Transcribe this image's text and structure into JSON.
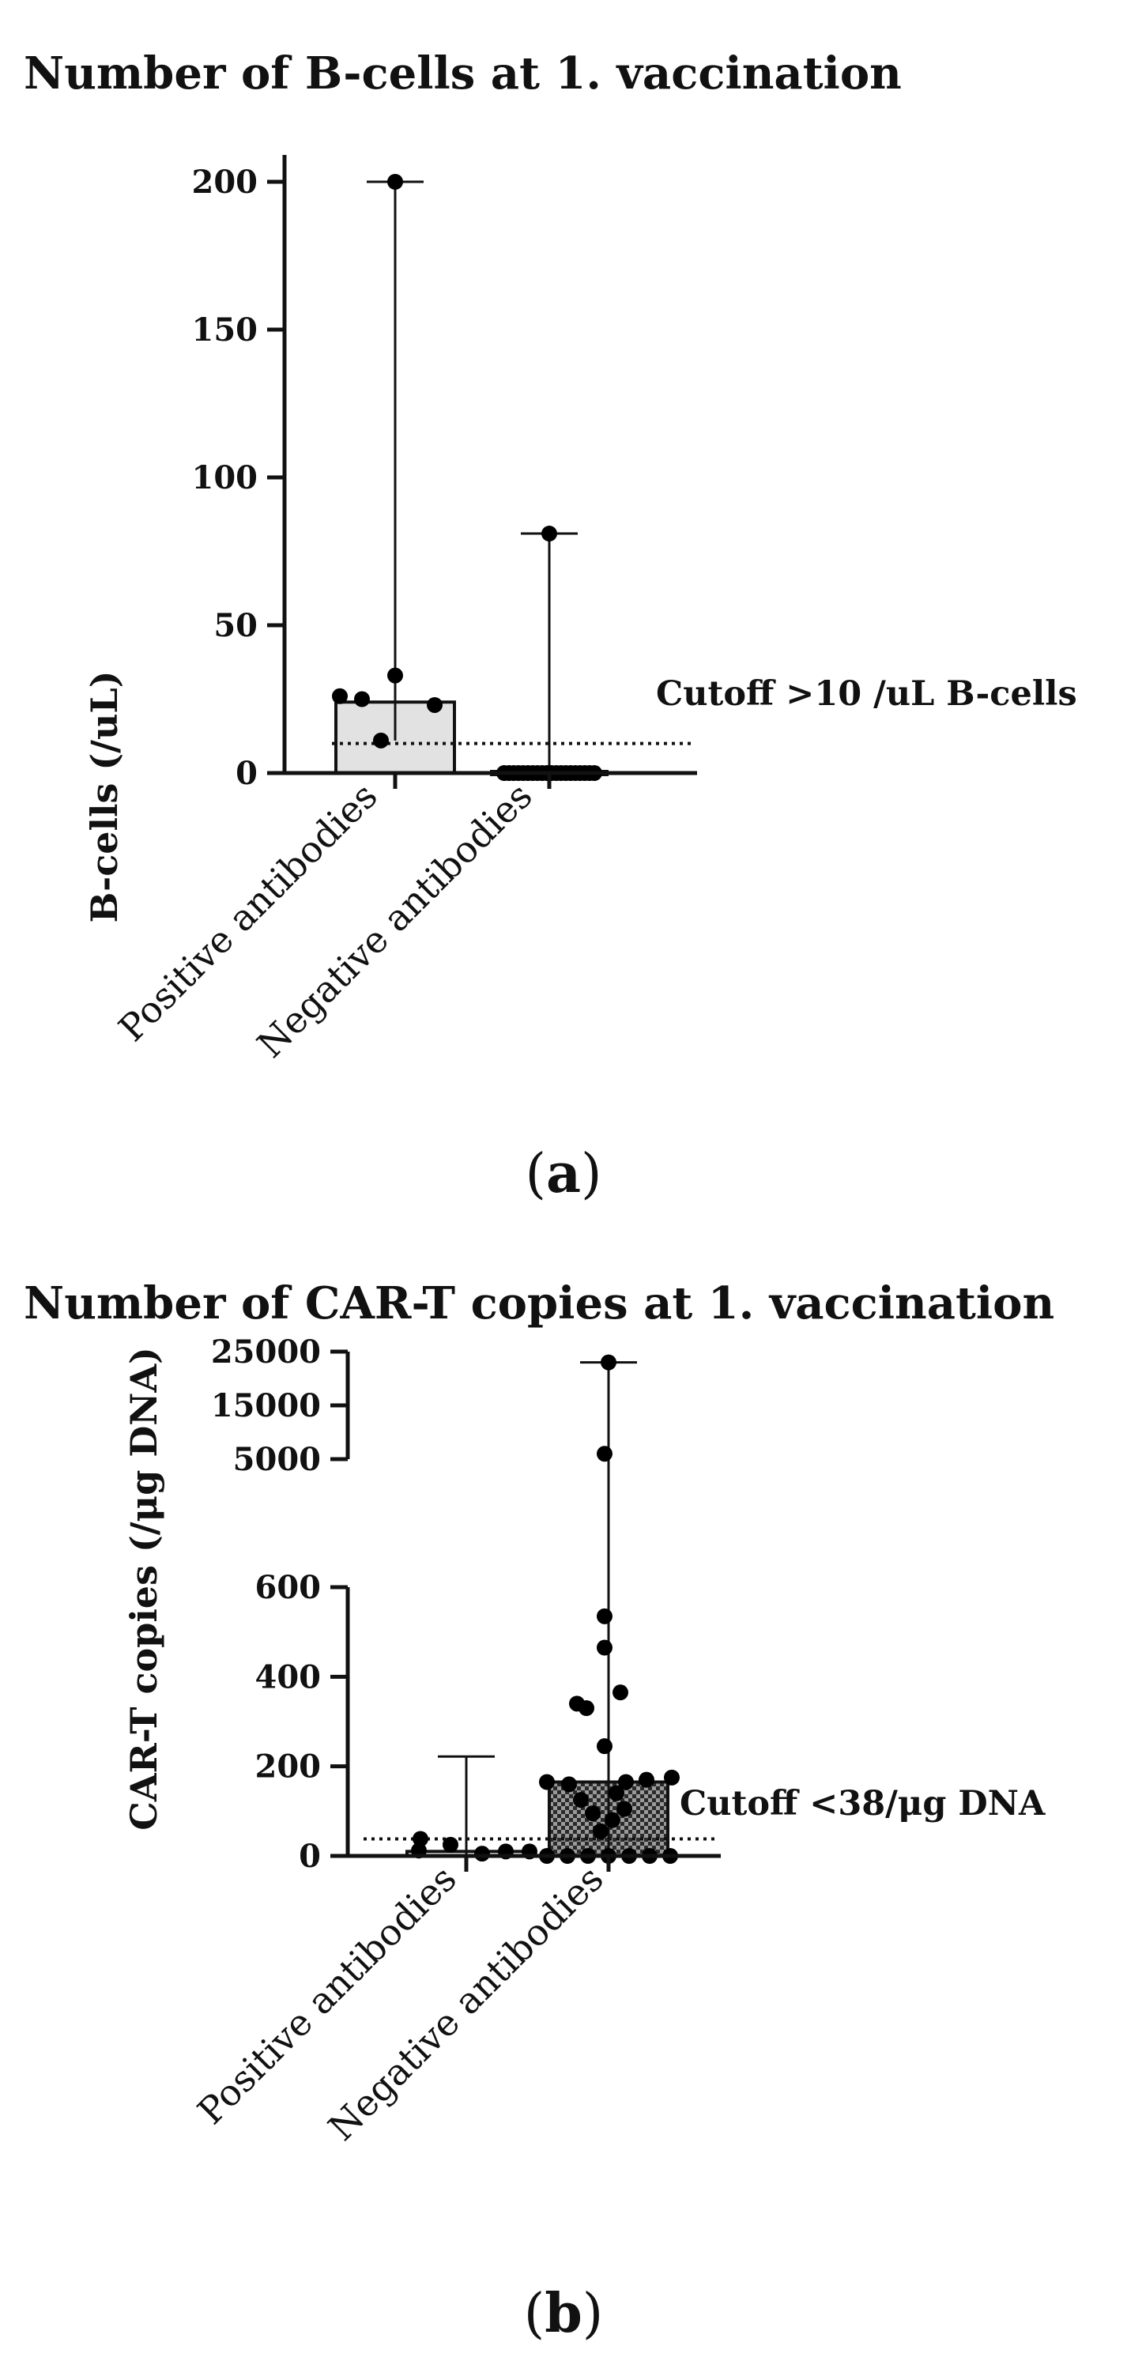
{
  "chart_data": [
    {
      "type": "bar",
      "panel_label": "(a)",
      "panel_letter": "a",
      "title": "Number of B-cells at 1. vaccination",
      "ylabel": "B-cells (/uL)",
      "ylim": [
        0,
        200
      ],
      "yticks": [
        0,
        50,
        100,
        150,
        200
      ],
      "categories": [
        "Positive antibodies",
        "Negative antibodies"
      ],
      "bar_heights": [
        24,
        0
      ],
      "range_whiskers": [
        [
          11,
          200
        ],
        [
          0,
          81
        ]
      ],
      "bar_fill": "#e2e2e2",
      "points": [
        [
          11,
          23,
          25,
          26,
          33,
          200
        ],
        [
          0,
          0,
          0,
          0,
          0,
          0,
          0,
          0,
          0,
          0,
          0,
          0,
          0,
          0,
          0,
          0,
          0,
          0,
          0,
          0,
          81
        ]
      ],
      "cutoff": {
        "value": 10,
        "label": "Cutoff >10 /uL B-cells"
      }
    },
    {
      "type": "bar",
      "panel_label": "(b)",
      "panel_letter": "b",
      "title": "Number of CAR-T copies at 1. vaccination",
      "ylabel": "CAR-T copies (/μg DNA)",
      "ylim": [
        0,
        25000
      ],
      "axis_break": {
        "lower": [
          0,
          600
        ],
        "upper": [
          5000,
          25000
        ]
      },
      "yticks_lower": [
        0,
        200,
        400,
        600
      ],
      "yticks_upper": [
        5000,
        15000,
        25000
      ],
      "categories": [
        "Positive antibodies",
        "Negative antibodies"
      ],
      "bar_heights": [
        10,
        165
      ],
      "range_whiskers": [
        [
          0,
          222
        ],
        [
          0,
          23000
        ]
      ],
      "bar_fill": "#7a7a7a",
      "points": [
        [
          5,
          10,
          10,
          12,
          25,
          38
        ],
        [
          0,
          0,
          0,
          0,
          0,
          0,
          0,
          55,
          80,
          95,
          105,
          125,
          140,
          160,
          165,
          165,
          170,
          175,
          245,
          330,
          340,
          365,
          465,
          535,
          6000,
          23000
        ]
      ],
      "cutoff": {
        "value": 38,
        "label": "Cutoff <38/μg DNA"
      }
    }
  ]
}
